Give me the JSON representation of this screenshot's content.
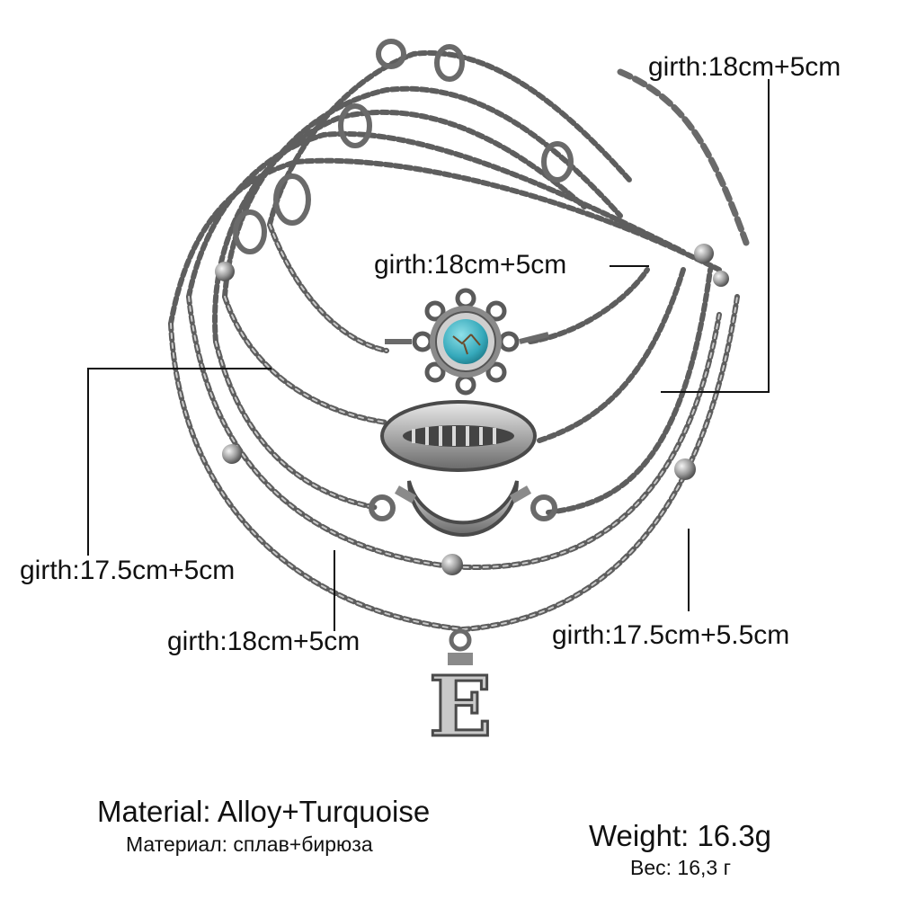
{
  "labels": {
    "top_right": "girth:18cm+5cm",
    "middle": "girth:18cm+5cm",
    "left": "girth:17.5cm+5cm",
    "bottom_mid": "girth:18cm+5cm",
    "bottom_right": "girth:17.5cm+5.5cm"
  },
  "material": {
    "en": "Material: Alloy+Turquoise",
    "ru": "Материал: сплав+бирюза"
  },
  "weight": {
    "en": "Weight: 16.3g",
    "ru": "Вес: 16,3 г"
  },
  "pendant_letter": "E",
  "colors": {
    "silver": "#9a9a9a",
    "silver_dark": "#5e5e5e",
    "turquoise": "#3fb3c4",
    "callout_line": "#111111"
  },
  "icons": {
    "stone": "turquoise-stone-charm-icon",
    "shell": "cowrie-shell-charm-icon",
    "moon": "crescent-moon-charm-icon",
    "letter": "letter-pendant-icon"
  }
}
